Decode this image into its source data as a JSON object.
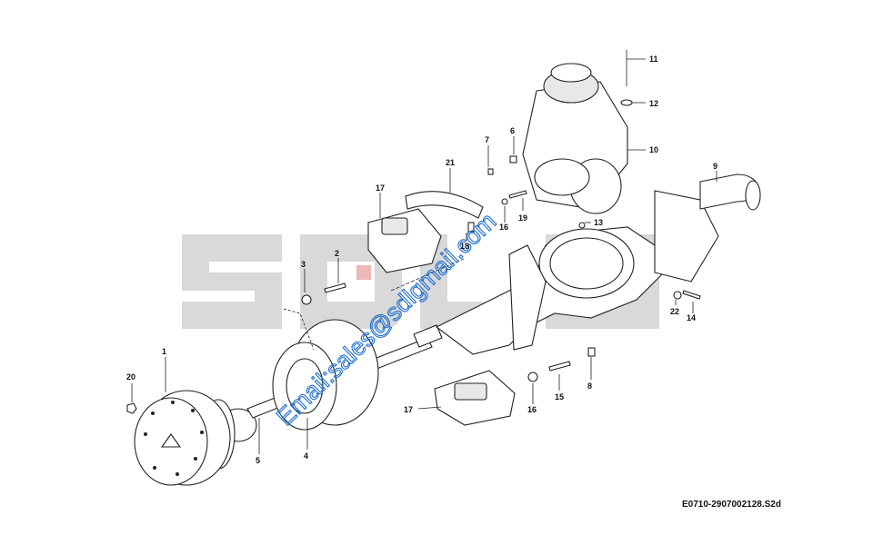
{
  "watermark": {
    "logo_text": "SDLG",
    "email": "Email:sales@sdlgmail.com",
    "logo_color": "#d9d9d9",
    "email_color": "#1e6fd0"
  },
  "drawing_code": "E0710-2907002128.S2d",
  "callouts": [
    {
      "id": "c1",
      "label": "1"
    },
    {
      "id": "c2",
      "label": "2"
    },
    {
      "id": "c3",
      "label": "3"
    },
    {
      "id": "c4",
      "label": "4"
    },
    {
      "id": "c5",
      "label": "5"
    },
    {
      "id": "c6",
      "label": "6"
    },
    {
      "id": "c7",
      "label": "7"
    },
    {
      "id": "c8",
      "label": "8"
    },
    {
      "id": "c9",
      "label": "9"
    },
    {
      "id": "c10",
      "label": "10"
    },
    {
      "id": "c11",
      "label": "11"
    },
    {
      "id": "c12",
      "label": "12"
    },
    {
      "id": "c13",
      "label": "13"
    },
    {
      "id": "c14",
      "label": "14"
    },
    {
      "id": "c15",
      "label": "15"
    },
    {
      "id": "c16a",
      "label": "16"
    },
    {
      "id": "c16b",
      "label": "16"
    },
    {
      "id": "c17a",
      "label": "17"
    },
    {
      "id": "c17b",
      "label": "17"
    },
    {
      "id": "c18",
      "label": "18"
    },
    {
      "id": "c19",
      "label": "19"
    },
    {
      "id": "c20",
      "label": "20"
    },
    {
      "id": "c21",
      "label": "21"
    },
    {
      "id": "c22",
      "label": "22"
    }
  ]
}
